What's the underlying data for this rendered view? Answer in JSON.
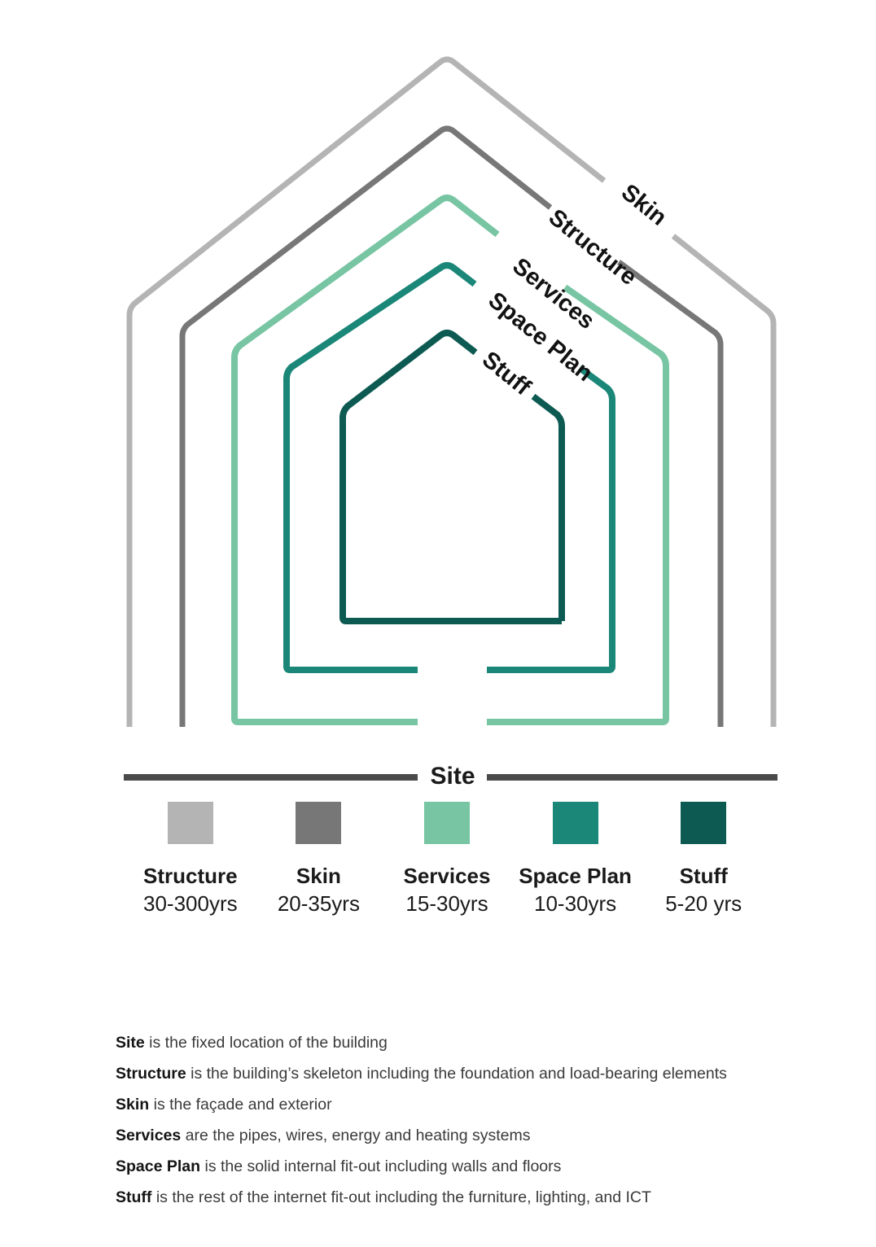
{
  "diagram": {
    "title_labels": [
      {
        "key": "structure",
        "label": "Skin"
      },
      {
        "key": "skin",
        "label": "Structure"
      },
      {
        "key": "services",
        "label": "Services"
      },
      {
        "key": "space_plan",
        "label": "Space Plan"
      },
      {
        "key": "stuff",
        "label": "Stuff"
      }
    ],
    "slope_labels": {
      "skin": "Skin",
      "structure": "Structure",
      "services": "Services",
      "space_plan": "Space Plan",
      "stuff": "Stuff"
    },
    "site_label": "Site",
    "colors": {
      "structure": "#b4b4b4",
      "skin": "#777777",
      "services": "#78c5a3",
      "space_plan": "#1a8778",
      "stuff": "#0c5a52",
      "site_line": "#4a4a4a",
      "text": "#1a1a1a",
      "body_text": "#3a3a3a"
    }
  },
  "legend": {
    "items": [
      {
        "name": "Structure",
        "years": "30-300yrs",
        "color": "#b4b4b4"
      },
      {
        "name": "Skin",
        "years": "20-35yrs",
        "color": "#777777"
      },
      {
        "name": "Services",
        "years": "15-30yrs",
        "color": "#78c5a3"
      },
      {
        "name": "Space Plan",
        "years": "10-30yrs",
        "color": "#1a8778"
      },
      {
        "name": "Stuff",
        "years": "5-20 yrs",
        "color": "#0c5a52"
      }
    ]
  },
  "descriptions": [
    {
      "term": "Site",
      "text": " is the fixed location of the building"
    },
    {
      "term": "Structure",
      "text": " is the building’s skeleton including the foundation and load-bearing elements"
    },
    {
      "term": "Skin",
      "text": " is the façade and exterior"
    },
    {
      "term": "Services",
      "text": " are the pipes, wires, energy and heating systems"
    },
    {
      "term": "Space Plan",
      "text": " is the solid internal fit-out including walls and floors"
    },
    {
      "term": "Stuff",
      "text": " is the rest of the internet fit-out including the furniture, lighting, and ICT"
    }
  ],
  "chart_data": {
    "type": "diagram",
    "title": "Shearing layers of a building",
    "layers": [
      {
        "name": "Site",
        "lifespan": "fixed",
        "color": "#4a4a4a",
        "order": 0
      },
      {
        "name": "Structure",
        "lifespan": "30-300yrs",
        "color": "#b4b4b4",
        "order": 1
      },
      {
        "name": "Skin",
        "lifespan": "20-35yrs",
        "color": "#777777",
        "order": 2
      },
      {
        "name": "Services",
        "lifespan": "15-30yrs",
        "color": "#78c5a3",
        "order": 3
      },
      {
        "name": "Space Plan",
        "lifespan": "10-30yrs",
        "color": "#1a8778",
        "order": 4
      },
      {
        "name": "Stuff",
        "lifespan": "5-20 yrs",
        "color": "#0c5a52",
        "order": 5
      }
    ]
  }
}
